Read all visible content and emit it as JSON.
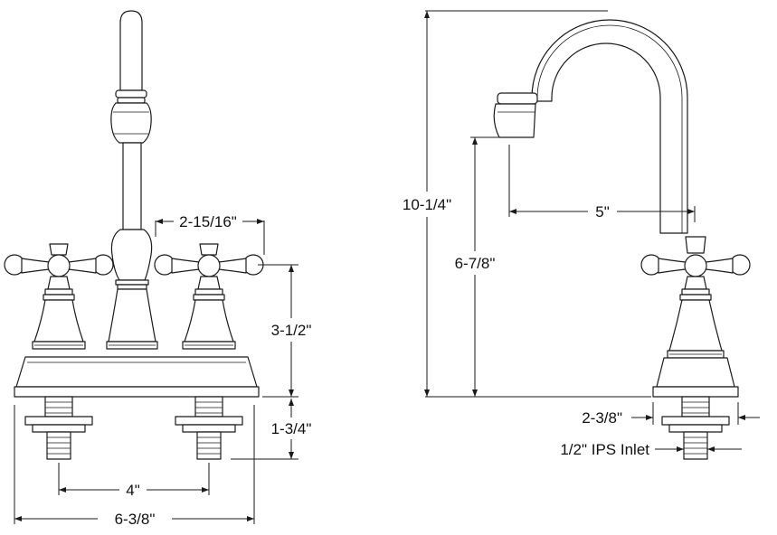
{
  "front_view": {
    "spread_width": "6-3/8\"",
    "center_spread": "4\"",
    "handle_offset": "2-15/16\"",
    "handle_height": "3-1/2\"",
    "shank_length": "1-3/4\""
  },
  "side_view": {
    "overall_height": "10-1/4\"",
    "spout_height": "6-7/8\"",
    "spout_reach": "5\"",
    "base_depth": "2-3/8\"",
    "inlet": "1/2\" IPS Inlet"
  }
}
